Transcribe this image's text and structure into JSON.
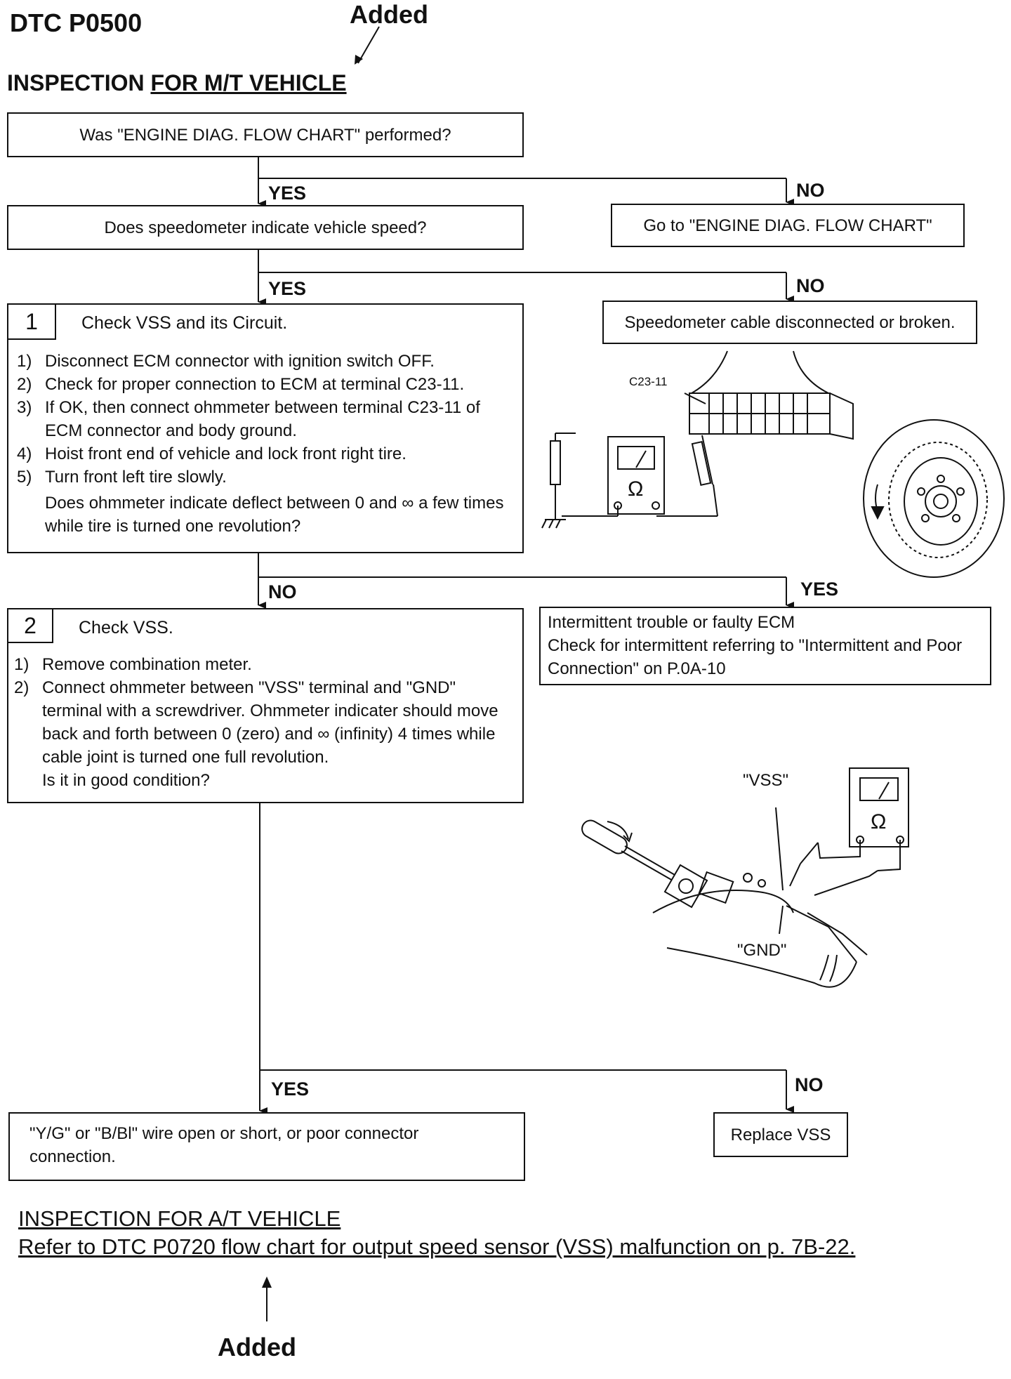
{
  "header": {
    "title": "DTC P0500",
    "section_title_plain": "INSPECTION ",
    "section_title_underlined": "FOR M/T VEHICLE",
    "added_note_top": "Added",
    "added_note_bottom": "Added"
  },
  "flow": {
    "q1": "Was \"ENGINE DIAG. FLOW CHART\" performed?",
    "q1_yes": "YES",
    "q1_no": "NO",
    "q1_no_action": "Go to \"ENGINE DIAG. FLOW CHART\"",
    "q2": "Does speedometer indicate vehicle speed?",
    "q2_yes": "YES",
    "q2_no": "NO",
    "q2_no_action": "Speedometer cable disconnected or broken.",
    "step1": {
      "number": "1",
      "title": "Check VSS and its Circuit.",
      "items": [
        {
          "n": "1)",
          "text": "Disconnect ECM connector with ignition switch OFF."
        },
        {
          "n": "2)",
          "text": "Check for proper connection to ECM at terminal C23-11."
        },
        {
          "n": "3)",
          "text": "If OK, then connect ohmmeter between terminal C23-11 of ECM connector and body ground."
        },
        {
          "n": "4)",
          "text": "Hoist front end of vehicle and lock front right tire."
        },
        {
          "n": "5)",
          "text": "Turn front left tire slowly."
        }
      ],
      "question": "Does ohmmeter indicate deflect between 0 and ∞ a few times while tire is turned one revolution?",
      "no": "NO",
      "yes": "YES",
      "yes_action": [
        "Intermittent trouble or faulty ECM",
        "Check for intermittent referring to \"Intermittent and Poor Connection\" on P.0A-10"
      ]
    },
    "step2": {
      "number": "2",
      "title": "Check VSS.",
      "items": [
        {
          "n": "1)",
          "text": "Remove combination meter."
        },
        {
          "n": "2)",
          "text": "Connect ohmmeter between \"VSS\" terminal and \"GND\" terminal with a screwdriver. Ohmmeter indicater should move back and forth between 0 (zero) and ∞ (infinity) 4 times while cable joint is turned one full revolution."
        }
      ],
      "question": "Is it in good condition?",
      "yes": "YES",
      "no": "NO",
      "yes_action": "\"Y/G\" or \"B/Bl\" wire open or short, or poor connector connection.",
      "no_action": "Replace VSS"
    }
  },
  "illustrations": {
    "terminal_label": "C23-11",
    "ohm_symbol": "Ω",
    "vss_label": "\"VSS\"",
    "gnd_label": "\"GND\""
  },
  "footer": {
    "at_title": "INSPECTION FOR A/T VEHICLE",
    "at_ref": "Refer to DTC P0720 flow chart for output speed sensor (VSS) malfunction on p. 7B-22."
  }
}
